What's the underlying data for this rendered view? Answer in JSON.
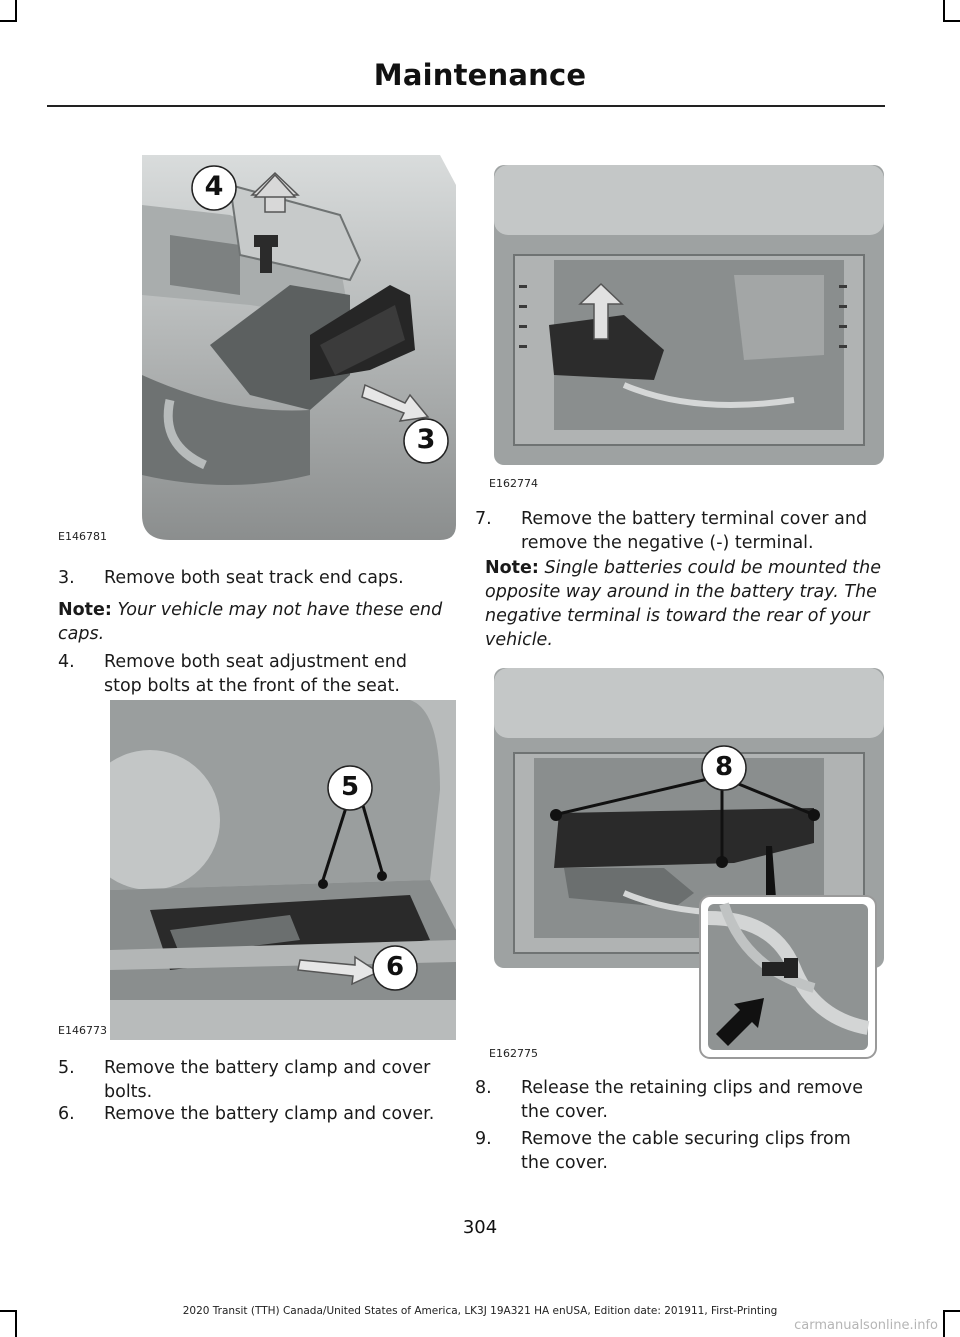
{
  "header": {
    "title": "Maintenance"
  },
  "figures": {
    "fig1": {
      "code": "E146781",
      "callouts": [
        "4",
        "3"
      ]
    },
    "fig2": {
      "code": "E162774"
    },
    "fig3": {
      "code": "E146773",
      "callouts": [
        "5",
        "6"
      ]
    },
    "fig4": {
      "code": "E162775",
      "callouts": [
        "8"
      ]
    }
  },
  "left_column": {
    "step3": {
      "num": "3.",
      "text": "Remove both seat track end caps."
    },
    "note1": {
      "label": "Note:",
      "text": " Your vehicle may not have these end caps."
    },
    "step4": {
      "num": "4.",
      "text": "Remove both seat adjustment end stop bolts at the front of the seat."
    },
    "step5": {
      "num": "5.",
      "text": "Remove the battery clamp and cover bolts."
    },
    "step6": {
      "num": "6.",
      "text": "Remove the battery clamp and cover."
    }
  },
  "right_column": {
    "step7": {
      "num": "7.",
      "text": "Remove the battery terminal cover and remove the negative (-) terminal."
    },
    "note2": {
      "label": "Note:",
      "text": " Single batteries could be mounted the opposite way around in the battery tray. The negative terminal is toward the rear of your vehicle."
    },
    "step8": {
      "num": "8.",
      "text": "Release the retaining clips and remove the cover."
    },
    "step9": {
      "num": "9.",
      "text": "Remove the cable securing clips from the cover."
    }
  },
  "page_number": "304",
  "footer": "2020 Transit (TTH) Canada/United States of America, LK3J 19A321 HA enUSA, Edition date: 201911, First-Printing",
  "watermark": "carmanualsonline.info"
}
